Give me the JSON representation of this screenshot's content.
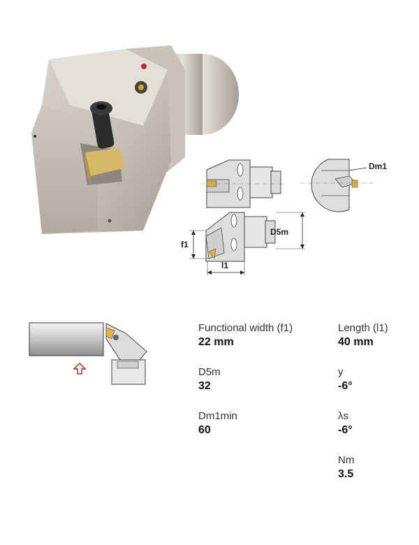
{
  "diagram_labels": {
    "dm1": "Dm1",
    "d5m": "D5m",
    "f1": "f1",
    "l1": "l1"
  },
  "specs": [
    {
      "label": "Functional width (f1)",
      "value": "22 mm"
    },
    {
      "label": "Length (l1)",
      "value": "40 mm"
    },
    {
      "label": "D5m",
      "value": "32"
    },
    {
      "label": "y",
      "value": "-6°"
    },
    {
      "label": "Dm1min",
      "value": "60"
    },
    {
      "label": "λs",
      "value": "-6°"
    },
    {
      "label": "Nm",
      "value": "3.5"
    }
  ],
  "icons": {
    "direction": "up-arrow-icon"
  }
}
